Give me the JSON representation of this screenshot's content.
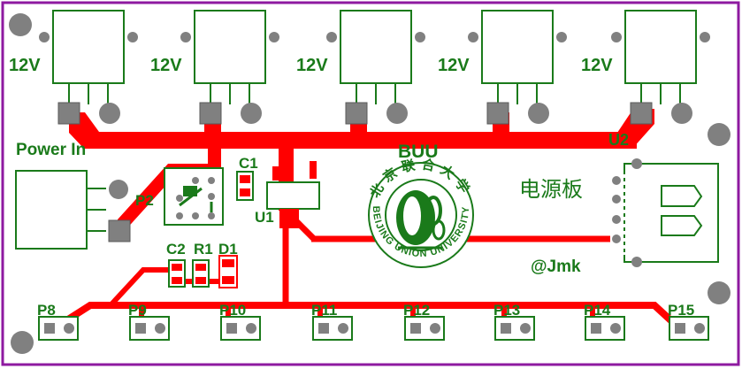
{
  "board": {
    "colors": {
      "outline": "#8e1aa0",
      "copper": "#ff0000",
      "silk": "#1a7a1a",
      "pad": "#808080",
      "pad_dark": "#5a5a5a",
      "component": "#ffffff"
    },
    "regulators": [
      {
        "label": "12V"
      },
      {
        "label": "12V"
      },
      {
        "label": "12V"
      },
      {
        "label": "12V"
      },
      {
        "label": "12V"
      }
    ],
    "labels": {
      "power_in": "Power In",
      "buu": "BUU",
      "u2": "U2",
      "u1": "U1",
      "p2": "P2",
      "c1": "C1",
      "c2": "C2",
      "r1": "R1",
      "d1": "D1",
      "board_name": "电源板",
      "author": "@Jmk"
    },
    "logo": {
      "top_text": "北京联合大学",
      "bottom_text": "BEIJING UNION UNIVERSITY"
    },
    "headers": [
      {
        "label": "P8"
      },
      {
        "label": "P9"
      },
      {
        "label": "P10"
      },
      {
        "label": "P11"
      },
      {
        "label": "P12"
      },
      {
        "label": "P13"
      },
      {
        "label": "P14"
      },
      {
        "label": "P15"
      }
    ]
  }
}
